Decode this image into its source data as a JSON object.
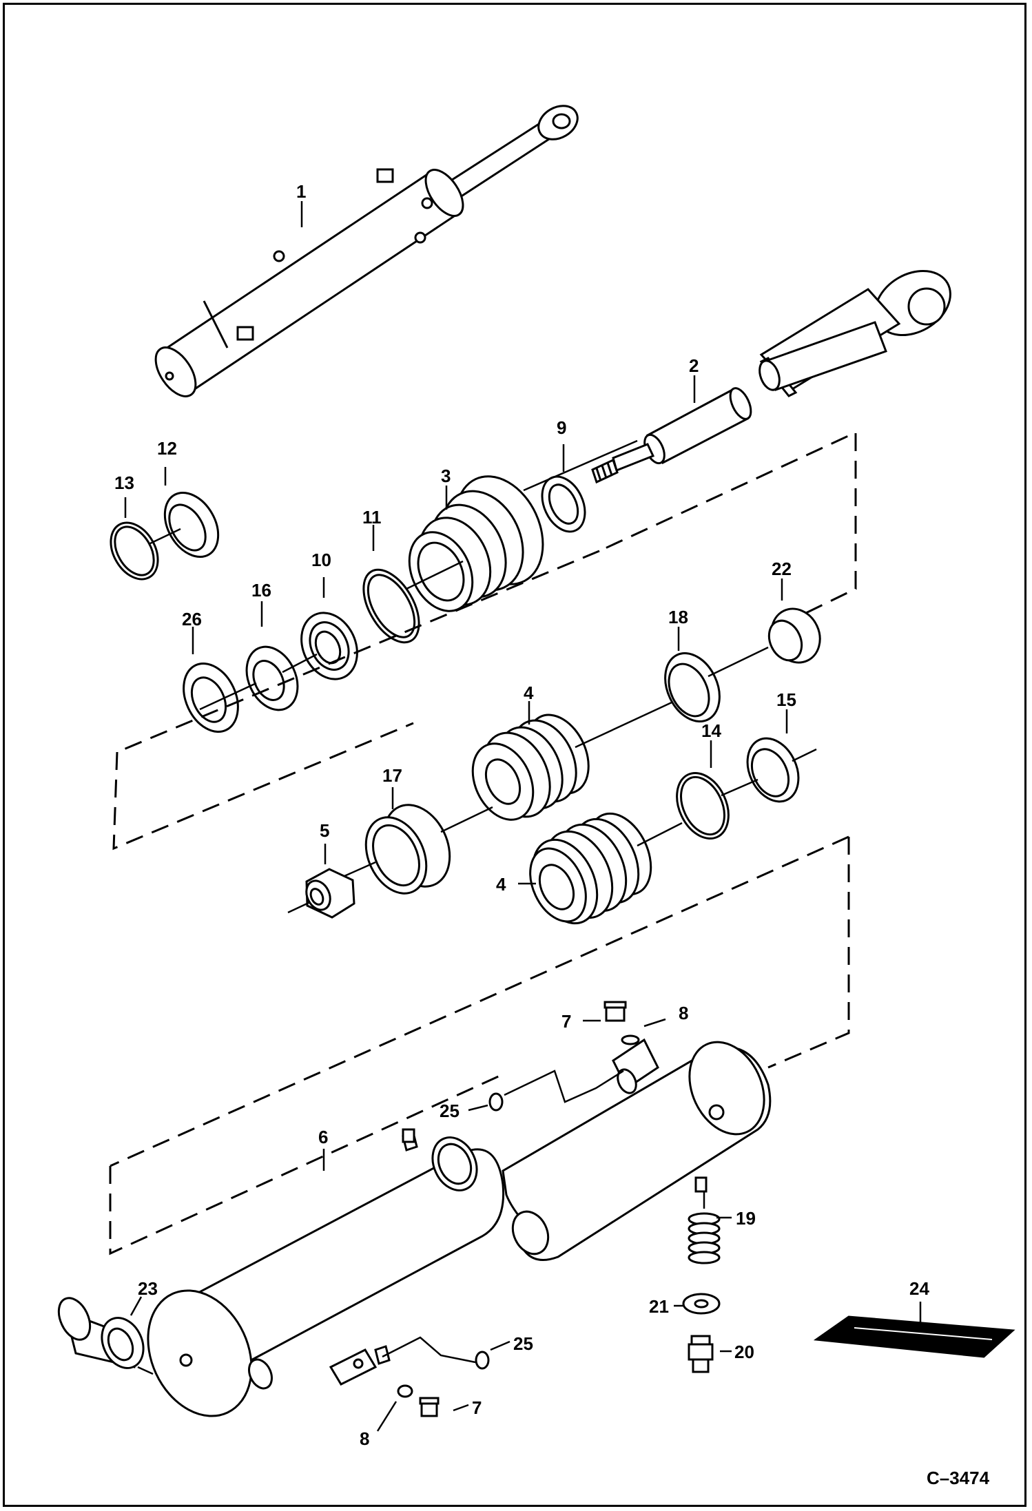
{
  "figure_ref": "C–3474",
  "part_labels": {
    "p1": "1",
    "p2": "2",
    "p3": "3",
    "p4a": "4",
    "p4b": "4",
    "p5": "5",
    "p6": "6",
    "p7a": "7",
    "p7b": "7",
    "p8a": "8",
    "p8b": "8",
    "p9": "9",
    "p10": "10",
    "p11": "11",
    "p12": "12",
    "p13": "13",
    "p14": "14",
    "p15": "15",
    "p16": "16",
    "p17": "17",
    "p18": "18",
    "p19": "19",
    "p20": "20",
    "p21": "21",
    "p22": "22",
    "p23": "23",
    "p24": "24",
    "p25a": "25",
    "p25b": "25",
    "p26": "26"
  }
}
